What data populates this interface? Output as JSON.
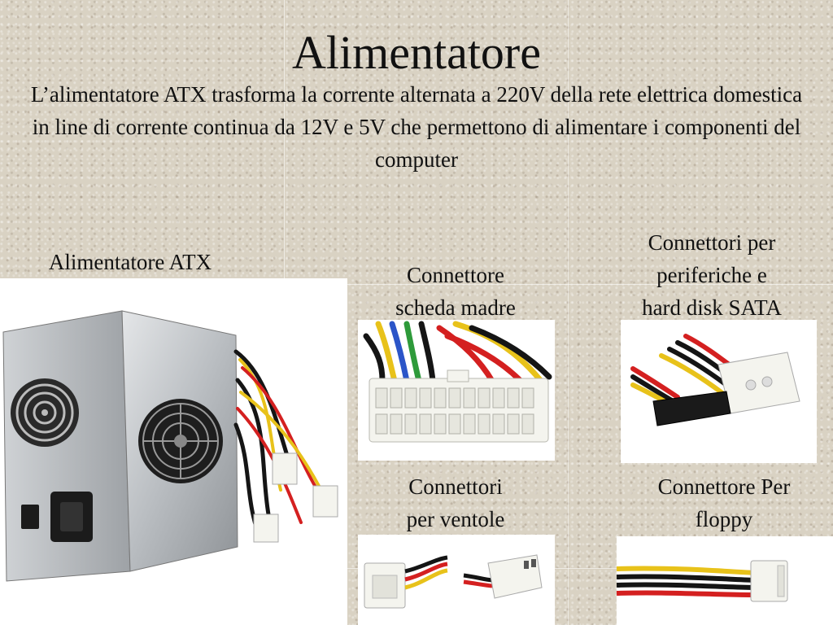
{
  "slide": {
    "title": "Alimentatore",
    "intro": "L’alimentatore ATX trasforma la corrente alternata a 220V della rete elettrica domestica in line di corrente continua da 12V e 5V che permettono di alimentare i componenti del computer"
  },
  "captions": {
    "psu": "Alimentatore ATX",
    "motherboard_line1": "Connettore",
    "motherboard_line2": "scheda madre",
    "sata_line1": "Connettori per",
    "sata_line2": "periferiche e",
    "sata_line3": "hard disk SATA",
    "fans_line1": "Connettori",
    "fans_line2": "per ventole",
    "floppy_line1": "Connettore Per",
    "floppy_line2": "floppy"
  },
  "colors": {
    "background": "#d9d2c3",
    "wire_red": "#d42020",
    "wire_yellow": "#e8c21a",
    "wire_black": "#151515",
    "wire_blue": "#2b55c8",
    "wire_green": "#2e9a3a",
    "connector_white": "#f4f4ee"
  }
}
